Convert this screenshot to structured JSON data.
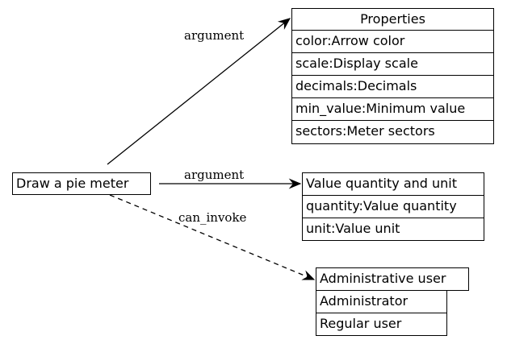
{
  "source_node": {
    "label": "Draw a pie meter"
  },
  "properties": {
    "title": "Properties",
    "rows": [
      "color:Arrow color",
      "scale:Display scale",
      "decimals:Decimals",
      "min_value:Minimum value",
      "sectors:Meter sectors"
    ]
  },
  "value_quantity": {
    "title": "Value quantity and unit",
    "rows": [
      "quantity:Value quantity",
      "unit:Value unit"
    ]
  },
  "admin_user": {
    "title": "Administrative user",
    "rows": [
      "Administrator",
      "Regular user"
    ]
  },
  "edges": {
    "to_properties": "argument",
    "to_value_quantity": "argument",
    "to_admin_user": "can_invoke"
  }
}
